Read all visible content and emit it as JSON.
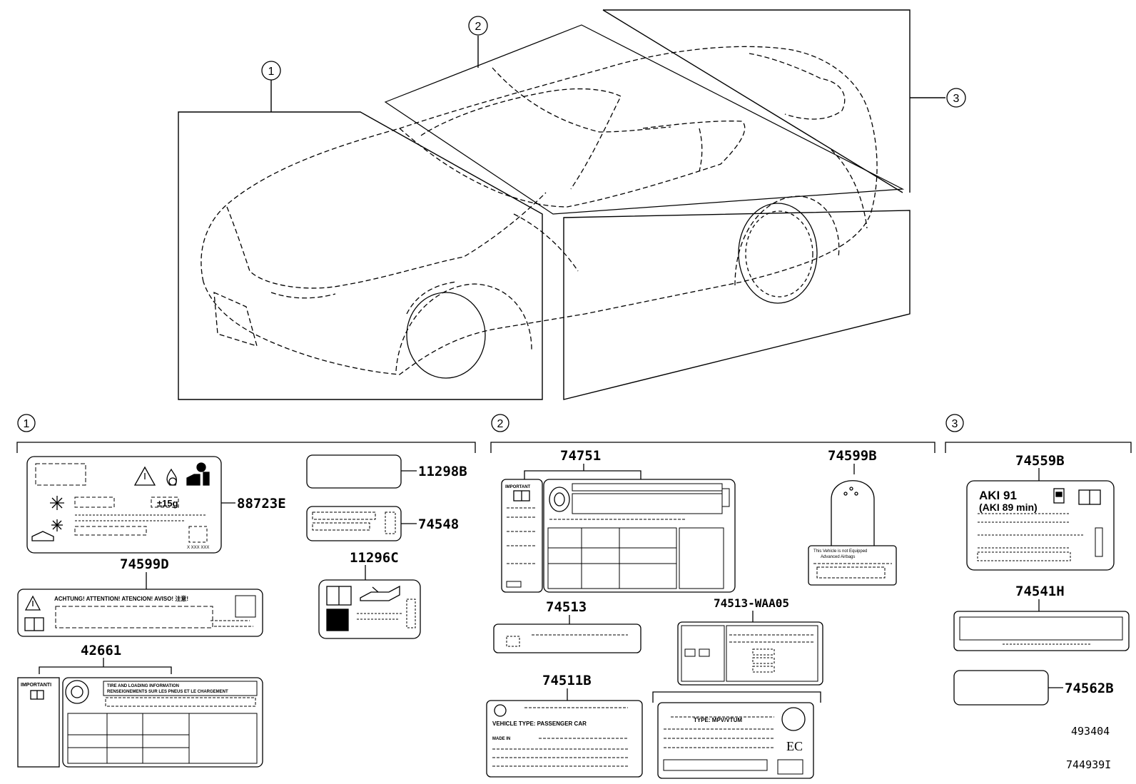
{
  "callouts": {
    "c1": "1",
    "c2": "2",
    "c3": "3"
  },
  "sections": {
    "s1": "1",
    "s2": "2",
    "s3": "3"
  },
  "parts": {
    "p88723E": "88723E",
    "p11298B": "11298B",
    "p74548": "74548",
    "p74599D": "74599D",
    "p11296C": "11296C",
    "p42661": "42661",
    "p74751": "74751",
    "p74599B": "74599B",
    "p74513": "74513",
    "p74513WAA05": "74513-WAA05",
    "p74511B": "74511B",
    "p74559B": "74559B",
    "p74541H": "74541H",
    "p74562B": "74562B"
  },
  "label_text": {
    "ac_weight": "±15g",
    "ac_code": "X XXX XXX",
    "warn_languages": "ACHTUNG!   ATTENTION!   ATENCION!   AVISO!   注意!",
    "important": "IMPORTANT",
    "important2": "IMPORTANTI",
    "tire_info": "TIRE AND LOADING INFORMATION",
    "tire_info_fr": "RENSEIGNEMENTS SUR LES PNEUS ET LE CHARGEMENT",
    "vehicle_type": "VEHICLE TYPE: PASSENGER CAR",
    "made_in": "MADE IN",
    "type_mpv": "TYPE: MPV/VTUM",
    "ec_mark": "EC",
    "aki": "AKI 91",
    "aki_min": "(AKI 89 min)",
    "airbag_note_1": "This Vehicle is not Equipped",
    "airbag_note_2": "Advanced Airbags"
  },
  "footer": {
    "ref1": "493404",
    "ref2": "744939I"
  }
}
